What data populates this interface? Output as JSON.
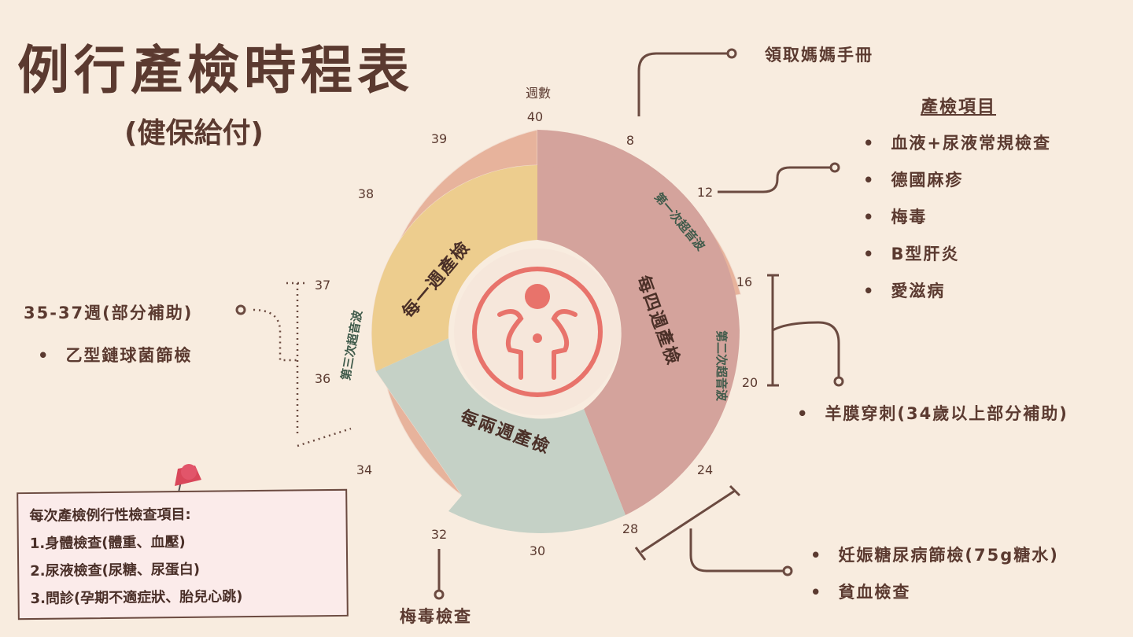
{
  "title": "例行產檢時程表",
  "subtitle": "(健保給付)",
  "wheel": {
    "center_label": "週數",
    "weeks": [
      "40",
      "8",
      "12",
      "16",
      "20",
      "24",
      "28",
      "30",
      "32",
      "34",
      "36",
      "37",
      "38",
      "39"
    ],
    "segments": {
      "every_four_weeks": "每四週產檢",
      "every_two_weeks": "每兩週產檢",
      "every_week": "每一週產檢",
      "first_ultrasound": "第一次超音波",
      "second_ultrasound": "第二次超音波",
      "third_ultrasound": "第三次超音波"
    },
    "colors": {
      "four": "#d4a39c",
      "two": "#c5d1c6",
      "week": "#edcd8e",
      "outer": "#e7b39c",
      "logo": "#e8736b",
      "center": "#f6e7db"
    }
  },
  "annotations": {
    "mama_handbook": "領取媽媽手冊",
    "items_title": "產檢項目",
    "items": [
      "血液+尿液常規檢查",
      "德國麻疹",
      "梅毒",
      "B型肝炎",
      "愛滋病"
    ],
    "amnio": "羊膜穿刺(34歲以上部分補助)",
    "diabetes": [
      "妊娠糖尿病篩檢(75g糖水)",
      "貧血檢查"
    ],
    "syphilis": "梅毒檢查",
    "gbs_title": "35-37週(部分補助)",
    "gbs_item": "乙型鏈球菌篩檢"
  },
  "note": {
    "title": "每次產檢例行性檢查項目:",
    "lines": [
      "1.身體檢查(體重、血壓)",
      "2.尿液檢查(尿糖、尿蛋白)",
      "3.問診(孕期不適症狀、胎兒心跳)"
    ]
  }
}
